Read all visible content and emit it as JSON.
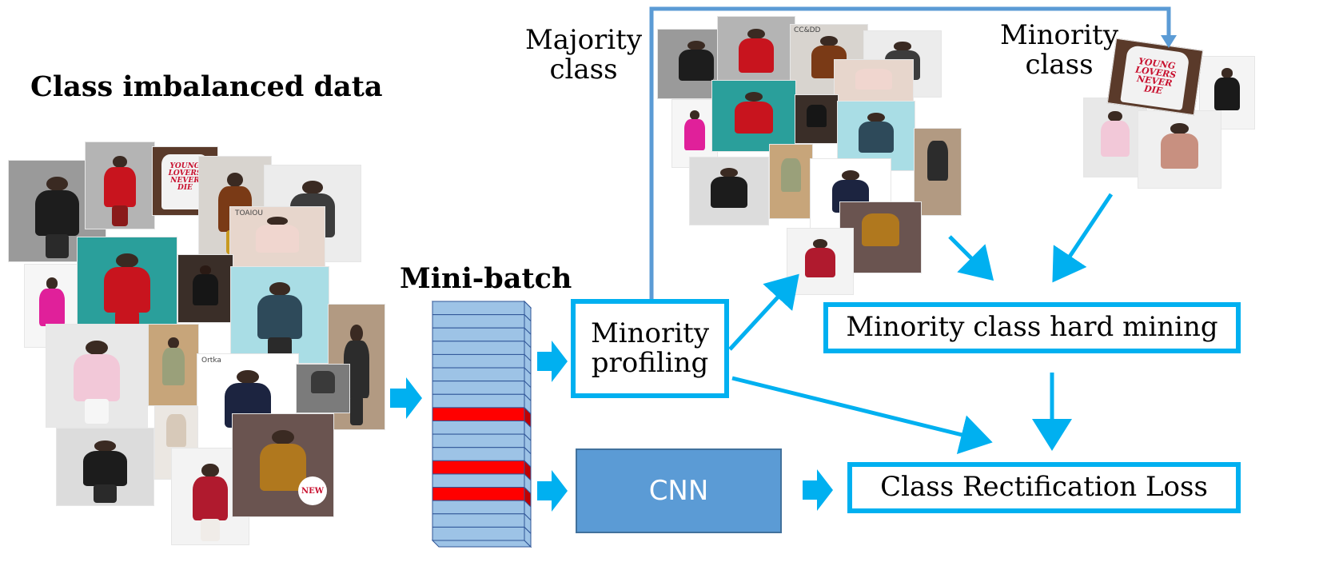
{
  "title": "Class imbalanced data",
  "minibatch_label": "Mini-batch",
  "majority_label_line1": "Majority",
  "majority_label_line2": "class",
  "minority_label_line1": "Minority",
  "minority_label_line2": "class",
  "minority_profiling_line1": "Minority",
  "minority_profiling_line2": "profiling",
  "hard_mining": "Minority class hard mining",
  "cnn": "CNN",
  "loss": "Class Rectification Loss",
  "tee_line1": "YOUNG",
  "tee_line2": "LOVERS",
  "tee_line3": "NEVER",
  "tee_line4": "DIE",
  "brand_ortka": "Ortka",
  "brand_toaiou": "TOAIOU",
  "brand_ccdd": "CC&DD",
  "badge_new": "NEW",
  "minibatch": {
    "slots": 18,
    "highlighted": [
      8,
      12,
      14
    ]
  },
  "colors": {
    "arrow": "#00b0f0",
    "feedback": "#5b9bd5",
    "box_border": "#00b0f0",
    "cnn_fill": "#5b9bd5",
    "slot_fill": "#9dc3e6",
    "slot_highlight": "#ff0000"
  }
}
